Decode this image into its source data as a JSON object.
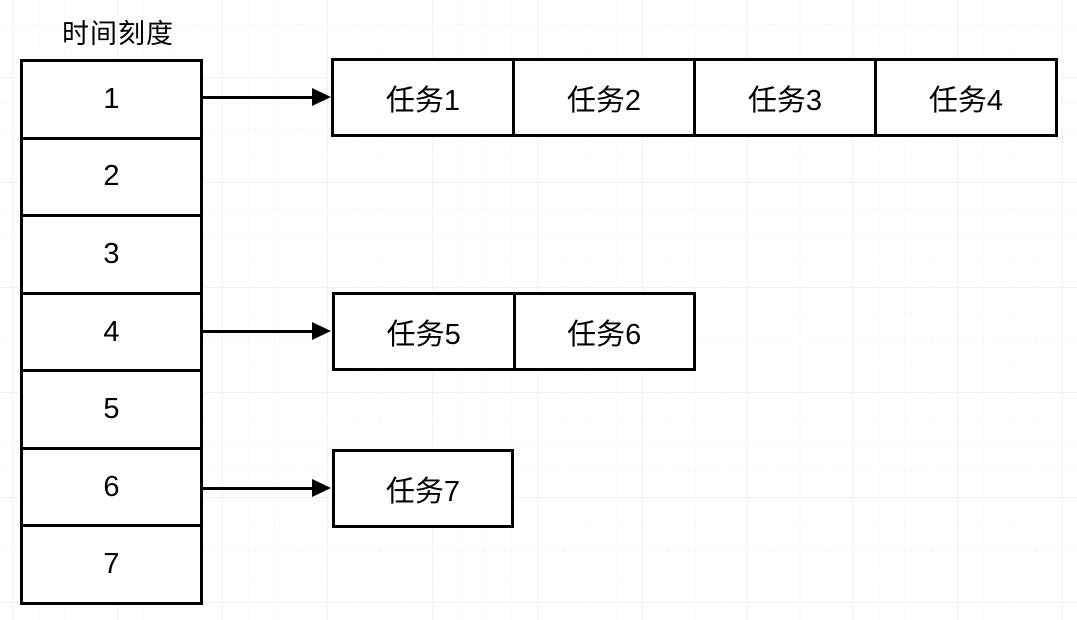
{
  "diagram": {
    "title": "时间刻度",
    "slots": [
      {
        "label": "1"
      },
      {
        "label": "2"
      },
      {
        "label": "3"
      },
      {
        "label": "4"
      },
      {
        "label": "5"
      },
      {
        "label": "6"
      },
      {
        "label": "7"
      }
    ],
    "task_rows": [
      {
        "from_slot": "1",
        "tasks": [
          "任务1",
          "任务2",
          "任务3",
          "任务4"
        ]
      },
      {
        "from_slot": "4",
        "tasks": [
          "任务5",
          "任务6"
        ]
      },
      {
        "from_slot": "6",
        "tasks": [
          "任务7"
        ]
      }
    ],
    "colors": {
      "border": "#000000",
      "fill": "#ffffff",
      "background": "#ffffff",
      "grid": "#f1f1f1"
    }
  }
}
